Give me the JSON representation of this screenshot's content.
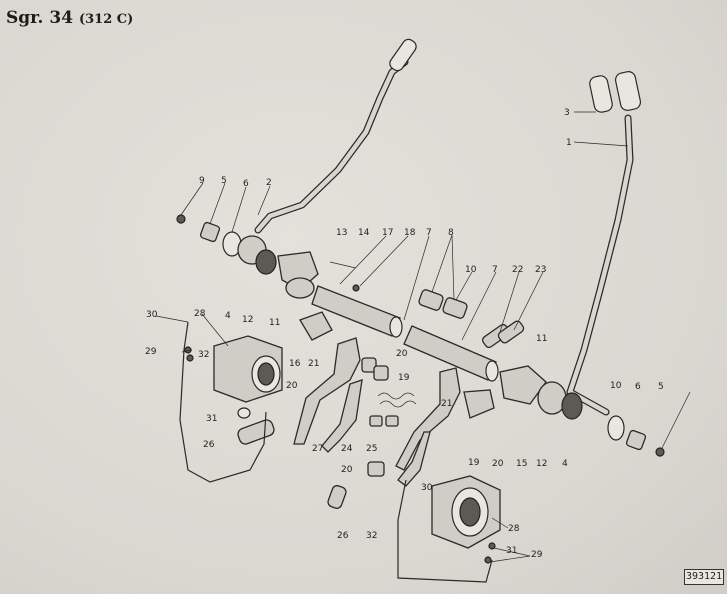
{
  "title": {
    "main": "Sgr. 34",
    "sub": "(312 C)"
  },
  "code": "393121",
  "labels": {
    "l1": "1",
    "l2": "2",
    "l3": "3",
    "l4a": "4",
    "l4b": "4",
    "l5a": "5",
    "l5b": "5",
    "l6a": "6",
    "l6b": "6",
    "l7a": "7",
    "l7b": "7",
    "l8": "8",
    "l9": "9",
    "l10a": "10",
    "l10b": "10",
    "l11a": "11",
    "l11b": "11",
    "l12a": "12",
    "l12b": "12",
    "l13": "13",
    "l14": "14",
    "l15": "15",
    "l16": "16",
    "l17": "17",
    "l18": "18",
    "l19a": "19",
    "l19b": "19",
    "l20a": "20",
    "l20b": "20",
    "l20c": "20",
    "l20d": "20",
    "l21a": "21",
    "l21b": "21",
    "l22": "22",
    "l23": "23",
    "l24": "24",
    "l25": "25",
    "l26a": "26",
    "l26b": "26",
    "l27": "27",
    "l28a": "28",
    "l28b": "28",
    "l29a": "29",
    "l29b": "29",
    "l30a": "30",
    "l30b": "30",
    "l31a": "31",
    "l31b": "31",
    "l32a": "32",
    "l32b": "32"
  }
}
